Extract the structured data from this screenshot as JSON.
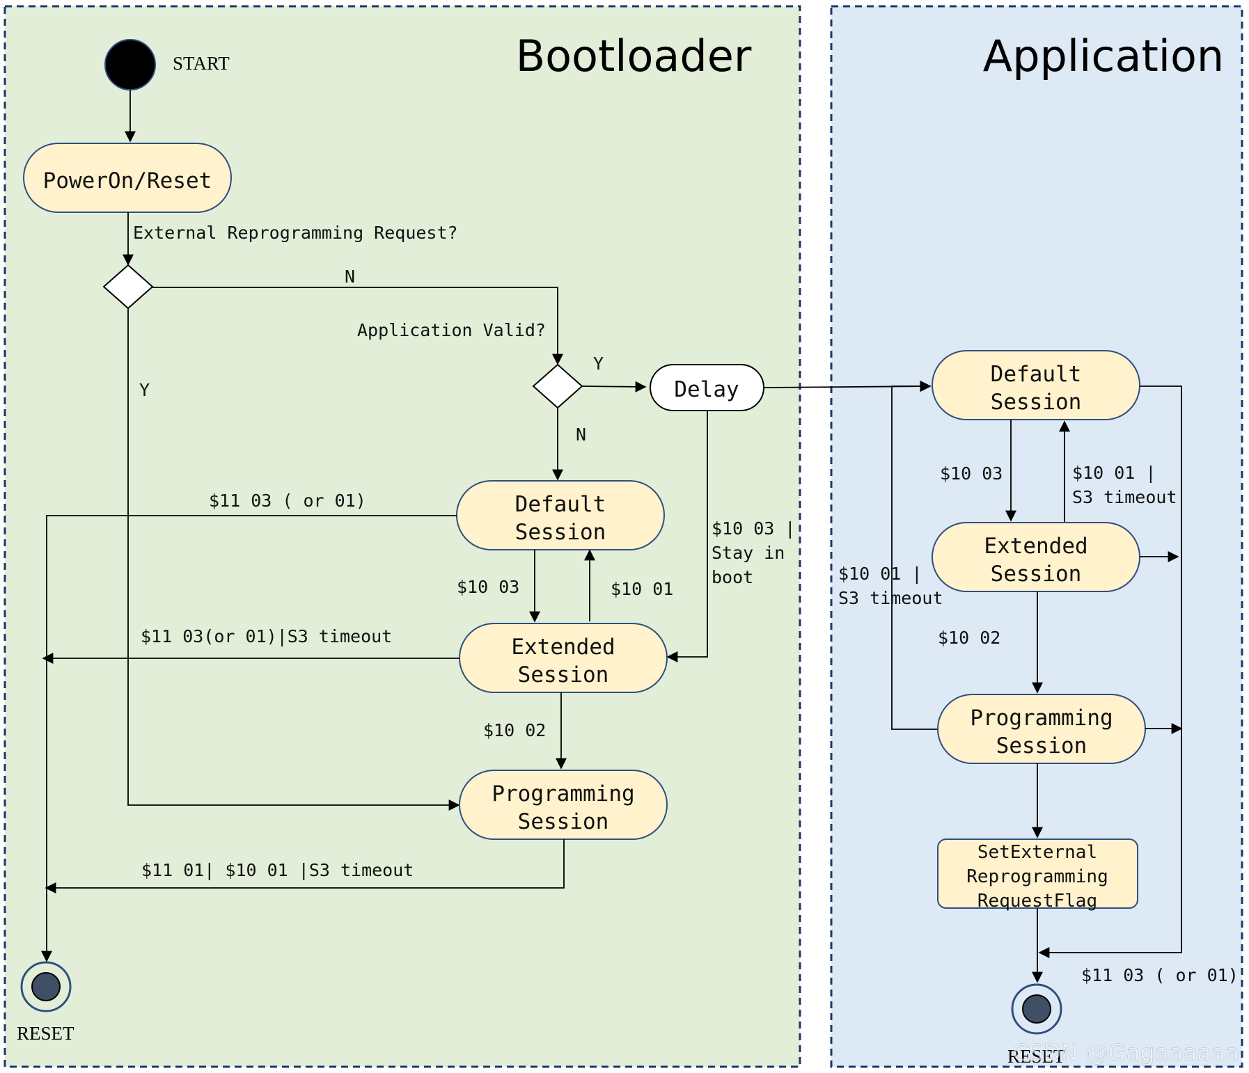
{
  "panels": {
    "bootloader_title": "Bootloader",
    "application_title": "Application"
  },
  "colors": {
    "bootloader_bg": "#e2eed8",
    "application_bg": "#dde9f5",
    "node_fill": "#fff2cc",
    "node_border": "#2f4f7f",
    "panel_border": "#1f3569"
  },
  "bootloader": {
    "start_label": "START",
    "reset_label": "RESET",
    "poweron": "PowerOn/Reset",
    "q_external": "External Reprogramming Request?",
    "q_app_valid": "Application Valid?",
    "delay": "Delay",
    "default_l1": "Default",
    "default_l2": "Session",
    "extended_l1": "Extended",
    "extended_l2": "Session",
    "programming_l1": "Programming",
    "programming_l2": "Session",
    "lbl_n1": "N",
    "lbl_y1": "Y",
    "lbl_y2": "Y",
    "lbl_n2": "N",
    "lbl_default_reset": "$11 03 ( or 01)",
    "lbl_def_to_ext": "$10 03",
    "lbl_ext_to_def": "$10 01",
    "lbl_ext_reset": "$11 03(or 01)|S3 timeout",
    "lbl_stay_1": "$10 03 |",
    "lbl_stay_2": "Stay in",
    "lbl_stay_3": "boot",
    "lbl_ext_to_prog": "$10 02",
    "lbl_prog_reset": "$11 01| $10 01 |S3 timeout"
  },
  "application": {
    "reset_label": "RESET",
    "default_l1": "Default",
    "default_l2": "Session",
    "extended_l1": "Extended",
    "extended_l2": "Session",
    "programming_l1": "Programming",
    "programming_l2": "Session",
    "flag_l1": "SetExternal",
    "flag_l2": "Reprogramming",
    "flag_l3": "RequestFlag",
    "lbl_def_to_ext": "$10 03",
    "lbl_ext_to_def_1": "$10 01 |",
    "lbl_ext_to_def_2": "S3 timeout",
    "lbl_prog_to_def_1": "$10 01 |",
    "lbl_prog_to_def_2": "S3 timeout",
    "lbl_ext_to_prog": "$10 02",
    "lbl_reset": "$11 03 ( or 01)"
  },
  "watermark": "CSDN @Gagaaaaaa"
}
